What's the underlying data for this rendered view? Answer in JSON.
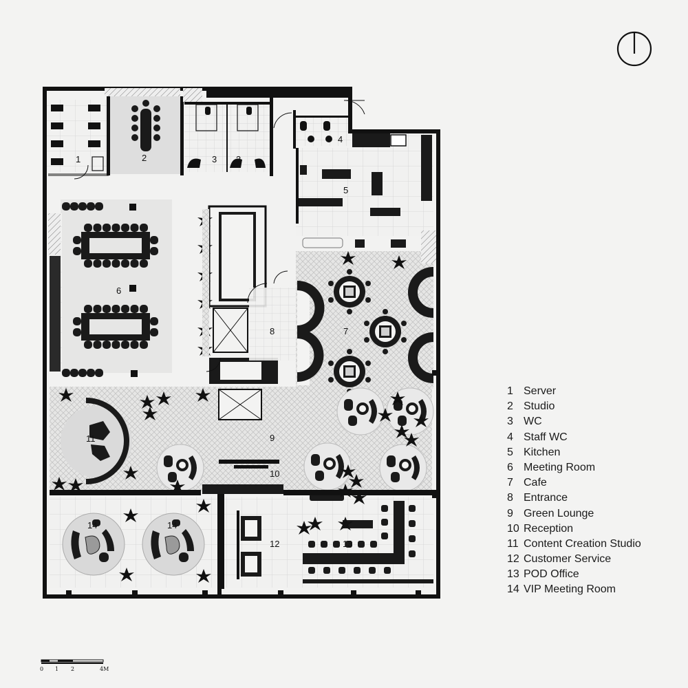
{
  "legend": [
    {
      "num": "1",
      "label": "Server"
    },
    {
      "num": "2",
      "label": "Studio"
    },
    {
      "num": "3",
      "label": "WC"
    },
    {
      "num": "4",
      "label": "Staff WC"
    },
    {
      "num": "5",
      "label": "Kitchen"
    },
    {
      "num": "6",
      "label": "Meeting Room"
    },
    {
      "num": "7",
      "label": "Cafe"
    },
    {
      "num": "8",
      "label": "Entrance"
    },
    {
      "num": "9",
      "label": "Green Lounge"
    },
    {
      "num": "10",
      "label": "Reception"
    },
    {
      "num": "11",
      "label": "Content Creation Studio"
    },
    {
      "num": "12",
      "label": "Customer Service"
    },
    {
      "num": "13",
      "label": "POD Office"
    },
    {
      "num": "14",
      "label": "VIP Meeting Room"
    }
  ],
  "plan_labels": {
    "r1": "1",
    "r2": "2",
    "r3a": "3",
    "r3b": "3",
    "r4": "4",
    "r5": "5",
    "r6": "6",
    "r7": "7",
    "r8": "8",
    "r9": "9",
    "r10": "10",
    "r11": "11",
    "r12": "12",
    "r13": "13",
    "r14a": "14",
    "r14b": "14"
  },
  "scale_bar": {
    "t0": "0",
    "t1": "1",
    "t2": "2",
    "t4": "4M"
  },
  "colors": {
    "wall": "#111111",
    "floor": "#f3f3f2",
    "pattern": "#dcdcdc",
    "furniture": "#1a1a1a"
  },
  "icons": {
    "north_arrow": "north-arrow-icon"
  }
}
